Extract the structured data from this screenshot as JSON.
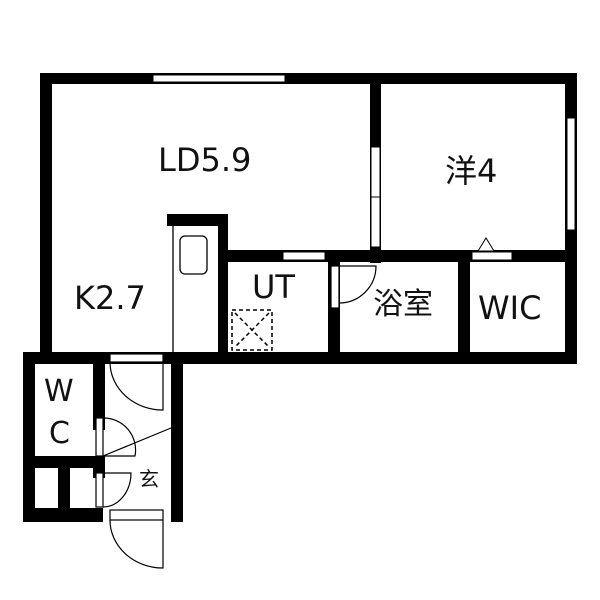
{
  "floor_plan": {
    "rooms": [
      {
        "id": "ld",
        "label": "LD5.9",
        "name": "Living Dining",
        "size_jo": 5.9
      },
      {
        "id": "western",
        "label": "洋4",
        "name": "Western room",
        "size_jo": 4
      },
      {
        "id": "kitchen",
        "label": "K2.7",
        "name": "Kitchen",
        "size_jo": 2.7
      },
      {
        "id": "ut",
        "label": "UT",
        "name": "Utility"
      },
      {
        "id": "bath",
        "label": "浴室",
        "name": "Bathroom"
      },
      {
        "id": "wic",
        "label": "WIC",
        "name": "Walk-in closet"
      },
      {
        "id": "wc_w",
        "label": "W",
        "name": "Toilet"
      },
      {
        "id": "wc_c",
        "label": "C",
        "name": "Toilet"
      },
      {
        "id": "entrance",
        "label": "玄",
        "name": "Entrance"
      }
    ],
    "colors": {
      "wall": "#000000",
      "background": "#ffffff",
      "text": "#111111"
    }
  }
}
